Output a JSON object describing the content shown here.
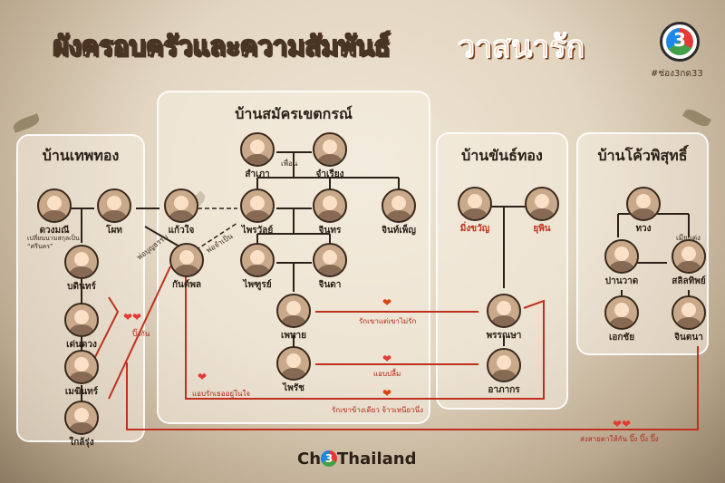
{
  "title": {
    "main": "ผังครอบครัวและความสัมพันธ์",
    "accent": "วาสนารัก",
    "hashtag": "#ช่อง3กด33",
    "channel_number": "3"
  },
  "brand": {
    "prefix": "Ch",
    "number": "3",
    "suffix": "Thailand"
  },
  "panels": {
    "thepthong": "บ้านเทพทอง",
    "samakkhet": "บ้านสมัครเขตกรณ์",
    "khanthong": "บ้านขันธ์ทอง",
    "khophisut": "บ้านโค้วพิสุทธิ์"
  },
  "people": {
    "duangmanee": "ดวงมณี",
    "duangmanee_note": "เปลี่ยนนามสกุลเป็น “ศรีนคร”",
    "phot": "โผท",
    "bodin": "บดินทร์",
    "denduang": "เด่นดวง",
    "mekhin": "เมฆินทร์",
    "kaewjai": "แก้วใจ",
    "kanphon": "กันต์พล",
    "klairung": "ใกล้รุ่ง",
    "samkao": "สำเภา",
    "chamriang": "จำเรียง",
    "phrowan": "ไพรวัลย์",
    "chinthon": "จินทร",
    "chinphen": "จินท์เพ็ญ",
    "phaitun": "ไพฑูรย์",
    "chinda": "จินดา",
    "phethai": "เพทาย",
    "phairot": "ไพรัช",
    "mingkhwan": "มิ่งขวัญ",
    "yuphin": "ยุพิน",
    "phonsuda": "พรรณษา",
    "apaphon": "อาภากร",
    "thong": "ทวง",
    "panwad": "ปานวาด",
    "salinthip": "สลิลทิพย์",
    "ekachai": "เอกชัย",
    "chinda2": "จินตนา"
  },
  "relations": {
    "friends": "เพื่อน",
    "foster_father": "พ่อบุญธรรม",
    "real_father": "พ่อจำเป็น",
    "mistress": "เมียแต่ง",
    "loves_unrequited": "รักเขาแต่เขาไม่รัก",
    "secret_love": "แอบปลื้ม",
    "secret_love2": "แอบรักเธออยู่ในใจ",
    "one_sided": "รักเขาข้างเดียว จ้าวเหนียวนึ่ง",
    "together": "ปิ๊งกัน",
    "glance": "ส่งสายตาให้กัน ปิ๊ง ปิ๊ง ปิ๊ง"
  }
}
